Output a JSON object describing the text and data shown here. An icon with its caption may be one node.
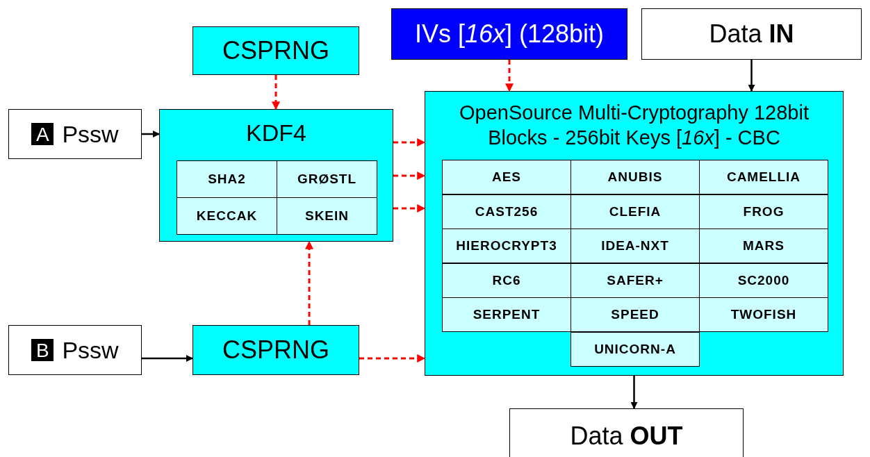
{
  "diagram": {
    "nodes": [
      {
        "text": [
          "CSPRNG"
        ]
      },
      {
        "text": [
          "IVs [*16x*] (128bit)"
        ]
      },
      {
        "text": [
          "Data **IN**"
        ]
      },
      {
        "text": [
          "A",
          "Pssw"
        ]
      },
      {
        "text": [
          "KDF4"
        ]
      },
      {
        "text": [
          "SHA2"
        ],
        "in": 4
      },
      {
        "text": [
          "GRØSTL"
        ],
        "in": 4
      },
      {
        "text": [
          "KECCAK"
        ],
        "in": 4
      },
      {
        "text": [
          "SKEIN"
        ],
        "in": 4
      },
      {
        "text": [
          "OpenSource Multi-Cryptography 128bit Blocks - 256bit Keys [*16x*] - CBC"
        ]
      },
      {
        "text": [
          "AES"
        ],
        "in": 9
      },
      {
        "text": [
          "ANUBIS"
        ],
        "in": 9
      },
      {
        "text": [
          "CAMELLIA"
        ],
        "in": 9
      },
      {
        "text": [
          "CAST256"
        ],
        "in": 9
      },
      {
        "text": [
          "CLEFIA"
        ],
        "in": 9
      },
      {
        "text": [
          "FROG"
        ],
        "in": 9
      },
      {
        "text": [
          "HIEROCRYPT3"
        ],
        "in": 9
      },
      {
        "text": [
          "IDEA-NXT"
        ],
        "in": 9
      },
      {
        "text": [
          "MARS"
        ],
        "in": 9
      },
      {
        "text": [
          "RC6"
        ],
        "in": 9
      },
      {
        "text": [
          "SAFER+"
        ],
        "in": 9
      },
      {
        "text": [
          "SC2000"
        ],
        "in": 9
      },
      {
        "text": [
          "SERPENT"
        ],
        "in": 9
      },
      {
        "text": [
          "SPEED"
        ],
        "in": 9
      },
      {
        "text": [
          "TWOFISH"
        ],
        "in": 9
      },
      {
        "text": [
          "UNICORN-A"
        ],
        "in": 9
      },
      {
        "text": [
          "B",
          "Pssw"
        ]
      },
      {
        "text": [
          "CSPRNG"
        ]
      },
      {
        "text": [
          "Data **OUT**"
        ]
      }
    ],
    "edges": [
      {
        "from": 0,
        "to": 4,
        "arrow": "to",
        "style": "dashed",
        "color": "#ff0000"
      },
      {
        "from": 1,
        "to": 9,
        "arrow": "to",
        "style": "dashed",
        "color": "#ff0000"
      },
      {
        "from": 2,
        "to": 9,
        "arrow": "to",
        "color": "#000000"
      },
      {
        "from": 3,
        "to": 4,
        "arrow": "to",
        "color": "#000000"
      },
      {
        "from": 4,
        "to": 9,
        "arrow": "to",
        "style": "dashed",
        "color": "#ff0000"
      },
      {
        "from": 4,
        "to": 9,
        "arrow": "to",
        "style": "dashed",
        "color": "#ff0000"
      },
      {
        "from": 4,
        "to": 9,
        "arrow": "to",
        "style": "dashed",
        "color": "#ff0000"
      },
      {
        "from": 27,
        "to": 4,
        "arrow": "to",
        "style": "dashed",
        "color": "#ff0000"
      },
      {
        "from": 26,
        "to": 27,
        "arrow": "to",
        "color": "#000000"
      },
      {
        "from": 27,
        "to": 9,
        "arrow": "to",
        "style": "dashed",
        "color": "#ff0000"
      },
      {
        "from": 9,
        "to": 28,
        "arrow": "to",
        "color": "#000000"
      }
    ]
  }
}
